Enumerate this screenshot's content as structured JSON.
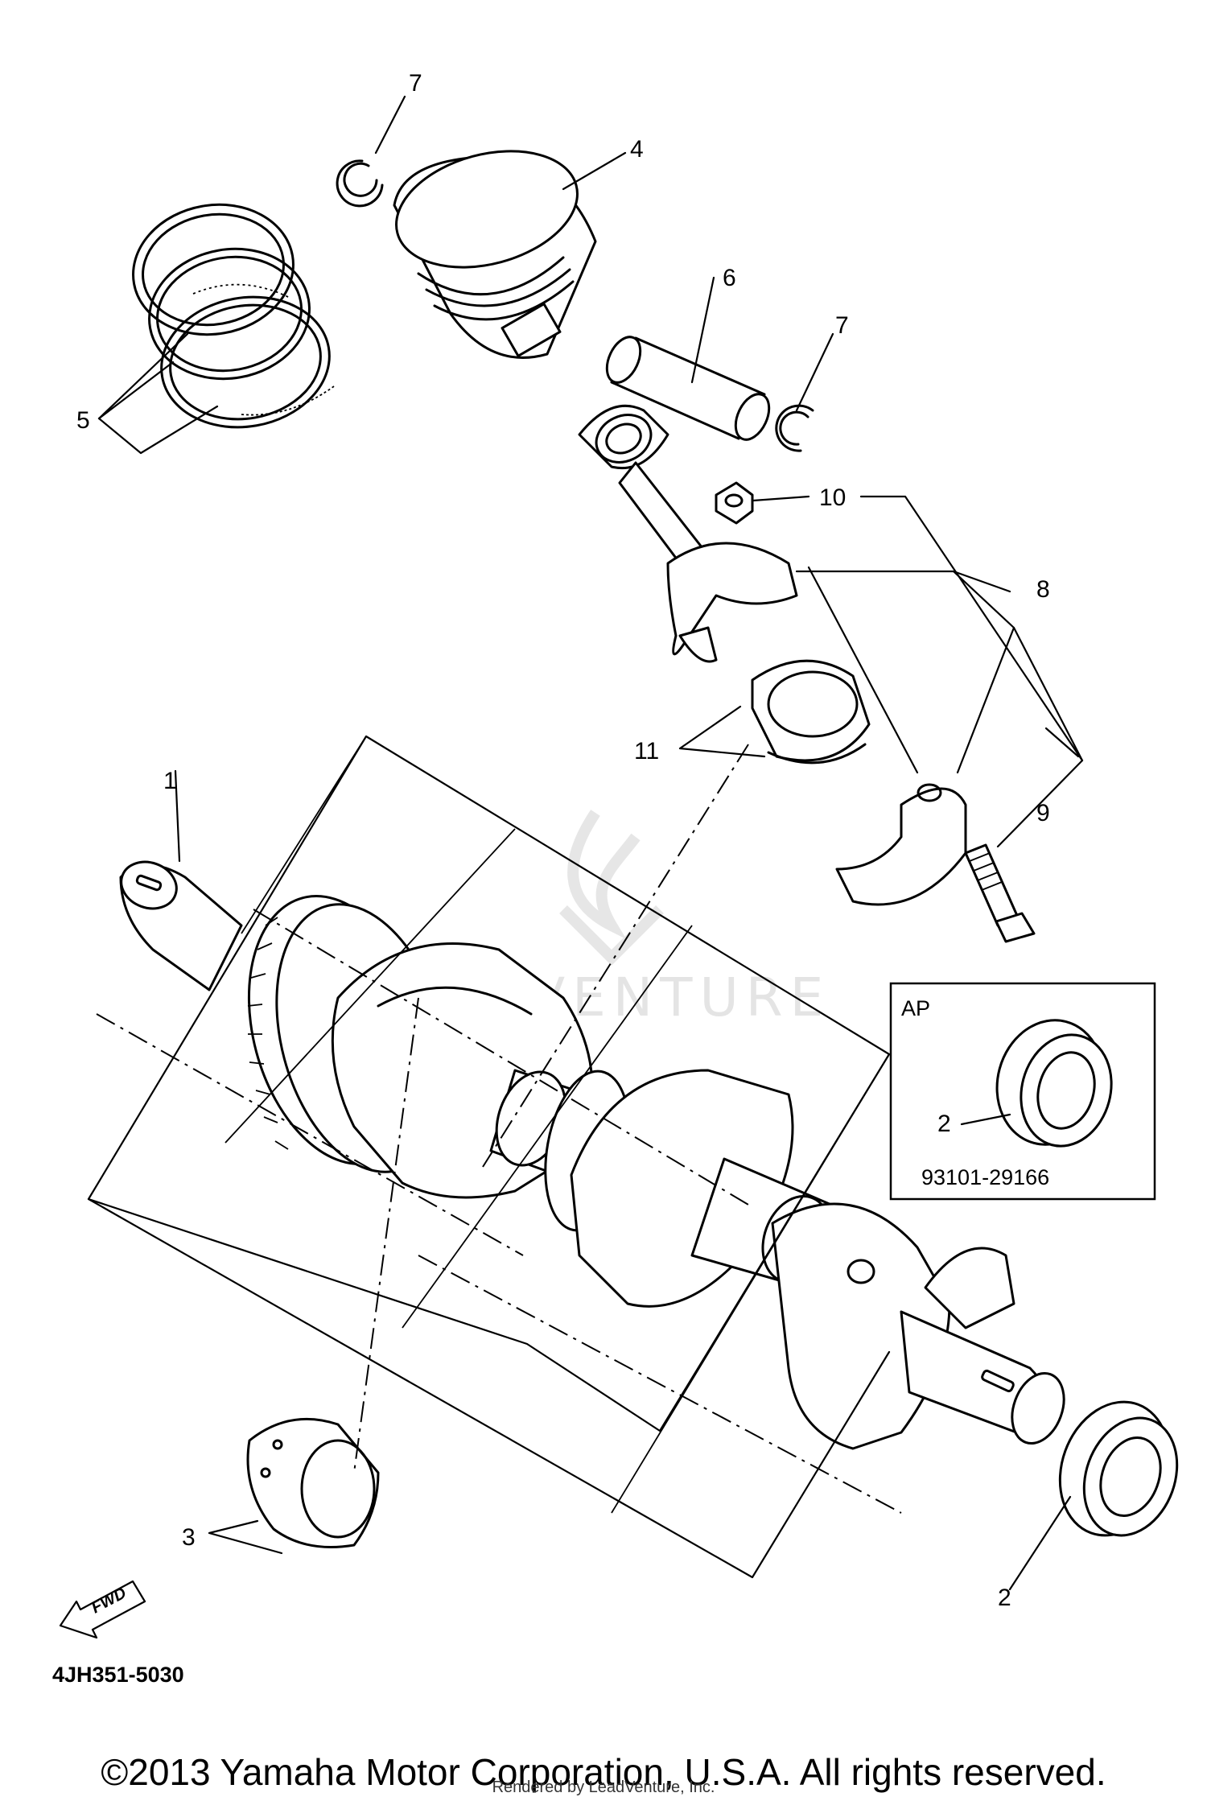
{
  "callouts": {
    "c1": "1",
    "c2a": "2",
    "c2b": "2",
    "c3": "3",
    "c4": "4",
    "c5": "5",
    "c6": "6",
    "c7a": "7",
    "c7b": "7",
    "c8": "8",
    "c9": "9",
    "c10": "10",
    "c11": "11"
  },
  "inset": {
    "label": "AP",
    "part_number": "93101-29166"
  },
  "fwd_label": "FWD",
  "diagram_code": "4JH351-5030",
  "watermark": "LEADVENTURE",
  "copyright": "©2013 Yamaha Motor Corporation, U.S.A. All rights reserved.",
  "rendered_by": "Rendered by LeadVenture, Inc."
}
